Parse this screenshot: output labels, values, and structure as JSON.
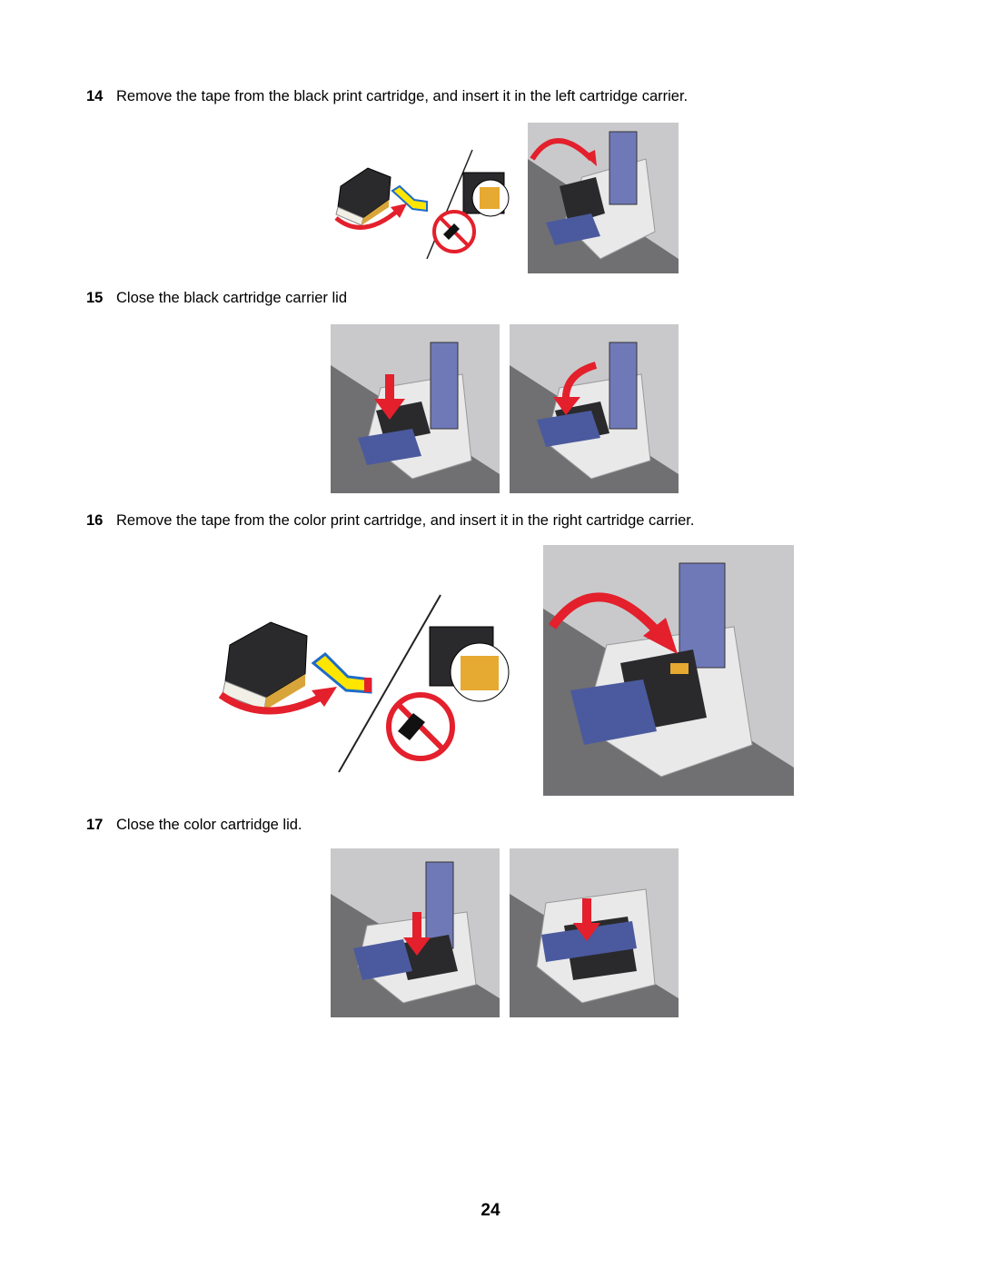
{
  "steps": [
    {
      "number": "14",
      "text": "Remove the tape from the black print cartridge, and insert it in the left cartridge carrier."
    },
    {
      "number": "15",
      "text": "Close the black cartridge carrier lid"
    },
    {
      "number": "16",
      "text": "Remove the tape from the color print cartridge, and insert it in the right cartridge carrier."
    },
    {
      "number": "17",
      "text": "Close the color cartridge lid."
    }
  ],
  "page_number": "24",
  "colors": {
    "arrow_red": "#e3202c",
    "tape_yellow": "#ffe600",
    "carrier_blue": "#6f79b8",
    "panel_grey": "#c9c9cb",
    "shadow_grey": "#707072"
  }
}
